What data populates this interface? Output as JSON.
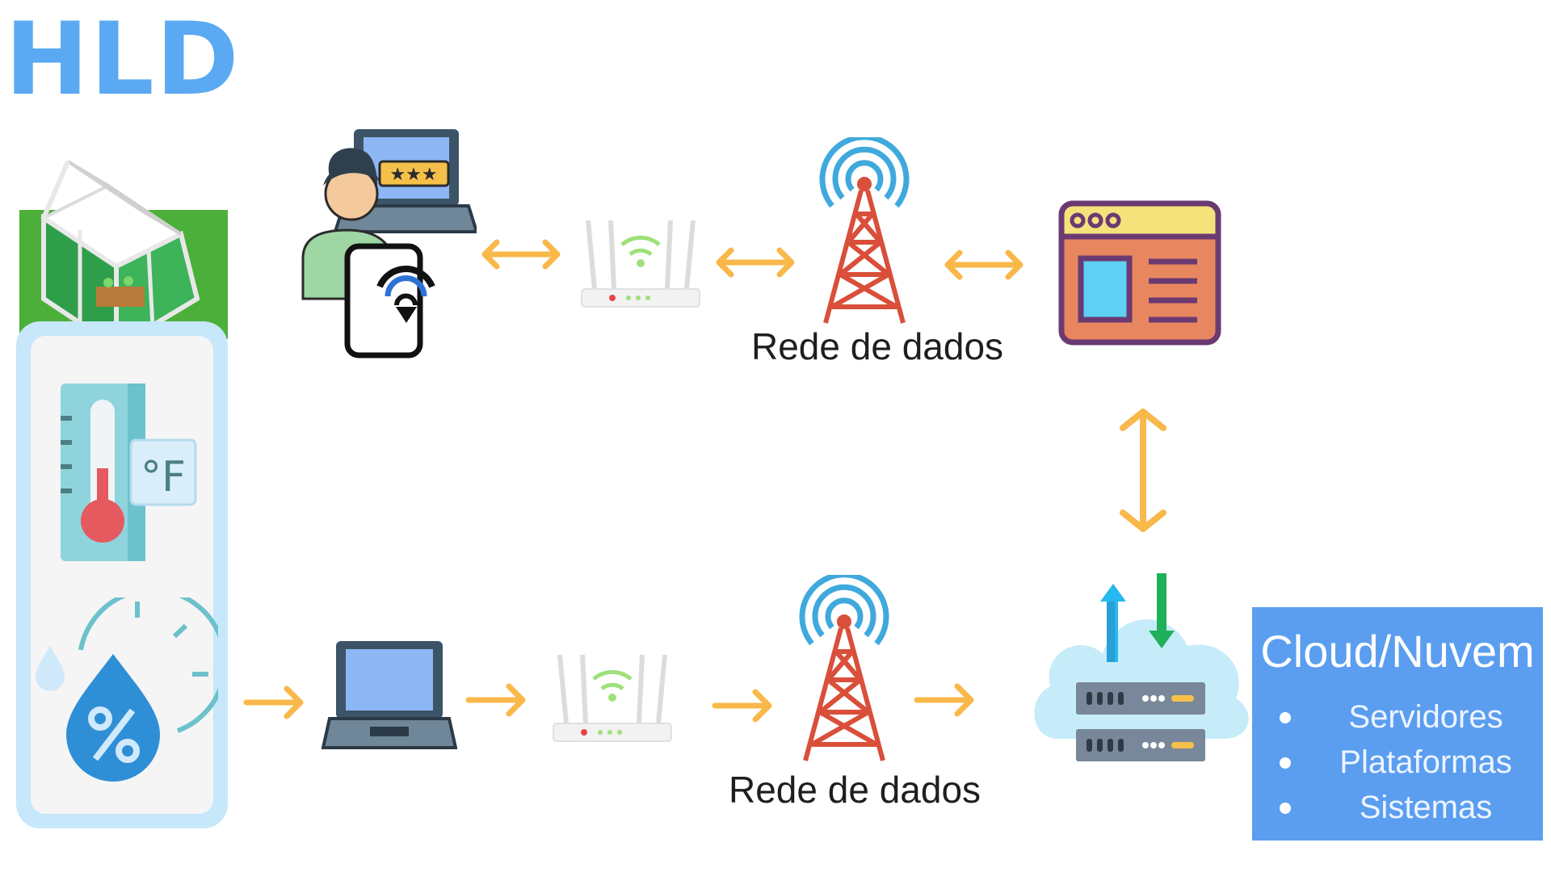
{
  "header": {
    "title": "HLD"
  },
  "network": {
    "top_label": "Rede de dados",
    "bottom_label": "Rede de dados"
  },
  "cloud": {
    "title": "Cloud/Nuvem",
    "items": [
      "Servidores",
      "Plataformas",
      "Sistemas"
    ]
  },
  "icons": {
    "greenhouse": "greenhouse-icon",
    "thermometer": "thermometer-fahrenheit-icon",
    "humidity": "humidity-gauge-icon",
    "user": "user-with-laptop-and-phone-icon",
    "router": "wifi-router-icon",
    "tower": "antenna-tower-icon",
    "web_app": "web-page-icon",
    "laptop": "laptop-icon",
    "cloud_servers": "cloud-server-icon"
  },
  "colors": {
    "title": "#5aa9f2",
    "arrow": "#f9b84a",
    "tower": "#d94f3a",
    "cloud_box": "#5b9ef0",
    "sensor_panel": "#c7e7fb"
  }
}
